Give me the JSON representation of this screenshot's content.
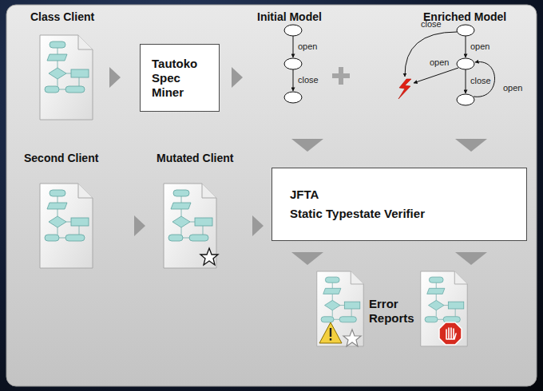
{
  "diagram": {
    "nodes": [
      {
        "text": [
          "Tautoko Spec Miner"
        ]
      },
      {
        "text": [
          "JFTA",
          "Static Typestate Verifier"
        ]
      }
    ],
    "labels": [
      "Class Client",
      "Initial Model",
      "Enriched Model",
      "close",
      "open",
      "open",
      "open",
      "close",
      "close",
      "open",
      "Second Client",
      "Mutated Client",
      "Error Reports"
    ]
  }
}
